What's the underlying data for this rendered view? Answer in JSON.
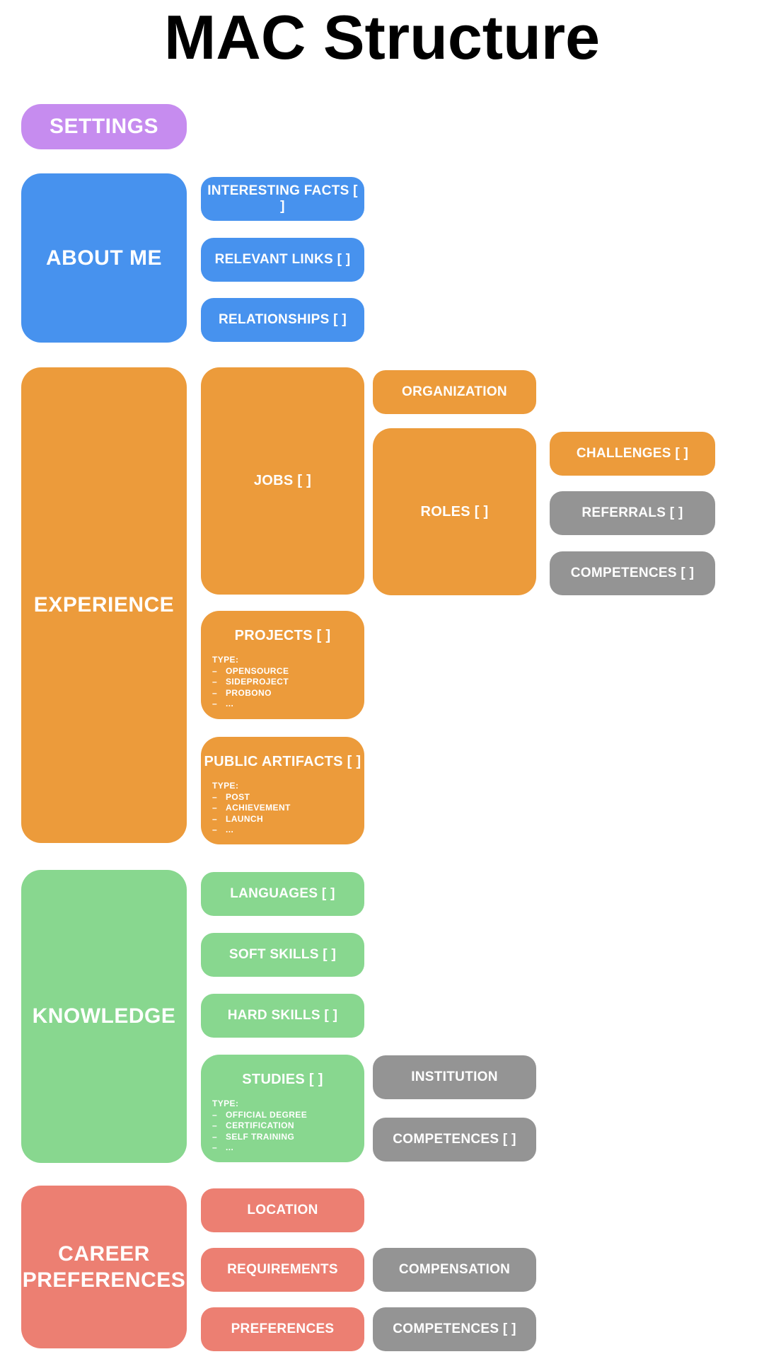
{
  "title": "MAC Structure",
  "colors": {
    "purple": "#c68cef",
    "blue": "#4792ee",
    "orange": "#ec9b3b",
    "green": "#88d78f",
    "salmon": "#ec7f72",
    "gray": "#949494",
    "text_on_block": "#ffffff",
    "title_text": "#000000",
    "background": "#ffffff"
  },
  "sections": {
    "settings": {
      "label": "SETTINGS"
    },
    "about_me": {
      "label": "ABOUT ME",
      "children": {
        "interesting_facts": {
          "label": "INTERESTING FACTS [ ]"
        },
        "relevant_links": {
          "label": "RELEVANT LINKS [ ]"
        },
        "relationships": {
          "label": "RELATIONSHIPS [ ]"
        }
      }
    },
    "experience": {
      "label": "EXPERIENCE",
      "children": {
        "jobs": {
          "label": "JOBS [ ]",
          "children": {
            "organization": {
              "label": "ORGANIZATION"
            },
            "roles": {
              "label": "ROLES [ ]",
              "children": {
                "challenges": {
                  "label": "CHALLENGES [ ]"
                },
                "referrals": {
                  "label": "REFERRALS [ ]"
                },
                "competences": {
                  "label": "COMPETENCES [ ]"
                }
              }
            }
          }
        },
        "projects": {
          "label": "PROJECTS [ ]",
          "list_title": "TYPE:",
          "items": [
            "OPENSOURCE",
            "SIDEPROJECT",
            "PROBONO",
            "..."
          ]
        },
        "public_artifacts": {
          "label": "PUBLIC ARTIFACTS [ ]",
          "list_title": "TYPE:",
          "items": [
            "POST",
            "ACHIEVEMENT",
            "LAUNCH",
            "..."
          ]
        }
      }
    },
    "knowledge": {
      "label": "KNOWLEDGE",
      "children": {
        "languages": {
          "label": "LANGUAGES [ ]"
        },
        "soft_skills": {
          "label": "SOFT SKILLS [ ]"
        },
        "hard_skills": {
          "label": "HARD SKILLS [ ]"
        },
        "studies": {
          "label": "STUDIES [ ]",
          "list_title": "TYPE:",
          "items": [
            "OFFICIAL DEGREE",
            "CERTIFICATION",
            "SELF TRAINING",
            "..."
          ],
          "children": {
            "institution": {
              "label": "INSTITUTION"
            },
            "competences": {
              "label": "COMPETENCES [ ]"
            }
          }
        }
      }
    },
    "career_preferences": {
      "label": "CAREER PREFERENCES",
      "children": {
        "location": {
          "label": "LOCATION"
        },
        "requirements": {
          "label": "REQUIREMENTS"
        },
        "compensation": {
          "label": "COMPENSATION"
        },
        "preferences": {
          "label": "PREFERENCES"
        },
        "competences": {
          "label": "COMPETENCES [ ]"
        }
      }
    }
  }
}
